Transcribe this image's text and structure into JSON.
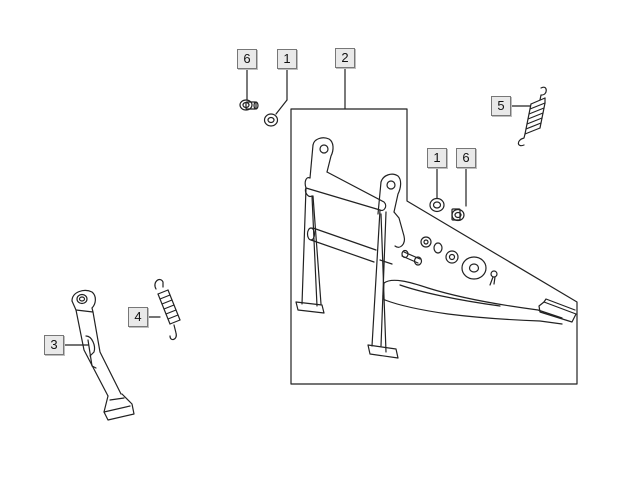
{
  "callouts": [
    {
      "id": "c6a",
      "label": "6"
    },
    {
      "id": "c1a",
      "label": "1"
    },
    {
      "id": "c2",
      "label": "2"
    },
    {
      "id": "c5",
      "label": "5"
    },
    {
      "id": "c1b",
      "label": "1"
    },
    {
      "id": "c6b",
      "label": "6"
    },
    {
      "id": "c4",
      "label": "4"
    },
    {
      "id": "c3",
      "label": "3"
    }
  ],
  "colors": {
    "line": "#222222",
    "callout_fill": "#e9e9e9",
    "callout_border": "#777777"
  }
}
